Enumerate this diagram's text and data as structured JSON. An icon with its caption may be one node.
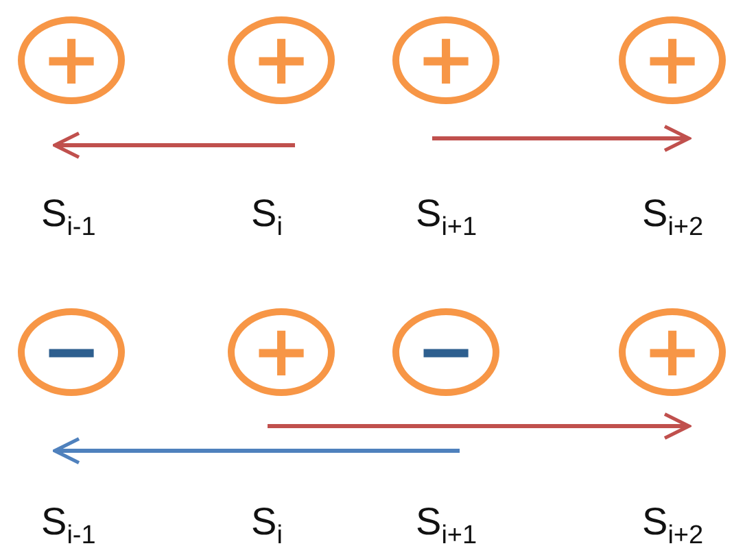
{
  "diagram": {
    "nodes": [
      {
        "text": [
          "+"
        ],
        "beside": [
          "S$_{i-1}$"
        ]
      },
      {
        "text": [
          "+"
        ],
        "beside": [
          "S$_{i}$"
        ]
      },
      {
        "text": [
          "+"
        ],
        "beside": [
          "S$_{i+1}$"
        ]
      },
      {
        "text": [
          "+"
        ],
        "beside": [
          "S$_{i+2}$"
        ]
      },
      {
        "text": [
          "−"
        ],
        "beside": [
          "S$_{i-1}$"
        ]
      },
      {
        "text": [
          "+"
        ],
        "beside": [
          "S$_{i}$"
        ]
      },
      {
        "text": [
          "−"
        ],
        "beside": [
          "S$_{i+1}$"
        ]
      },
      {
        "text": [
          "+"
        ],
        "beside": [
          "S$_{i+2}$"
        ]
      }
    ],
    "edges": [
      {
        "from": 1,
        "to": 0,
        "arrow": "to",
        "color": "#c0504d"
      },
      {
        "from": 2,
        "to": 3,
        "arrow": "to",
        "color": "#c0504d"
      },
      {
        "from": 5,
        "to": 7,
        "arrow": "to",
        "color": "#c0504d"
      },
      {
        "from": 6,
        "to": 4,
        "arrow": "to",
        "color": "#4f81bd"
      }
    ]
  }
}
